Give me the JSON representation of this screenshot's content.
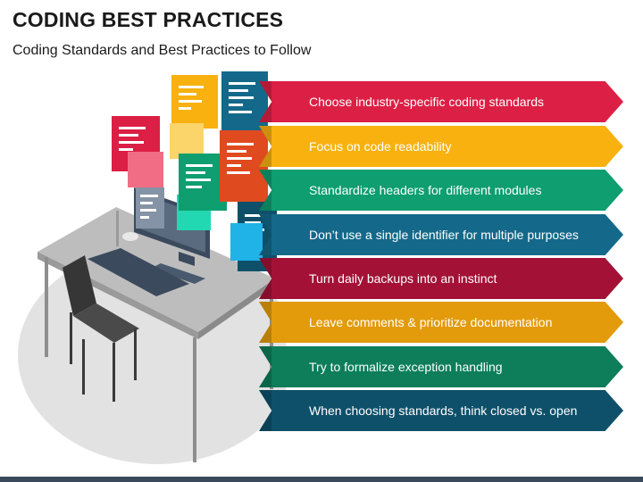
{
  "header": {
    "title": "CODING BEST PRACTICES",
    "subtitle": "Coding Standards and Best Practices to Follow"
  },
  "practices": [
    {
      "label": "Choose industry-specific coding standards",
      "color": "#dc1f44"
    },
    {
      "label": "Focus on code readability",
      "color": "#f8b10f"
    },
    {
      "label": "Standardize headers for different modules",
      "color": "#0e9e6f"
    },
    {
      "label": "Don’t use a single identifier for multiple purposes",
      "color": "#14698a"
    },
    {
      "label": "Turn daily backups into an instinct",
      "color": "#a31236"
    },
    {
      "label": "Leave comments & prioritize documentation",
      "color": "#e39b0c"
    },
    {
      "label": "Try to formalize exception handling",
      "color": "#0d7d5a"
    },
    {
      "label": "When choosing standards, think closed vs. open",
      "color": "#0e5069"
    }
  ],
  "illustration": {
    "icons": [
      "desk-icon",
      "chair-icon",
      "monitor-icon",
      "keyboard-icon",
      "mouse-icon",
      "code-window-icon"
    ]
  }
}
